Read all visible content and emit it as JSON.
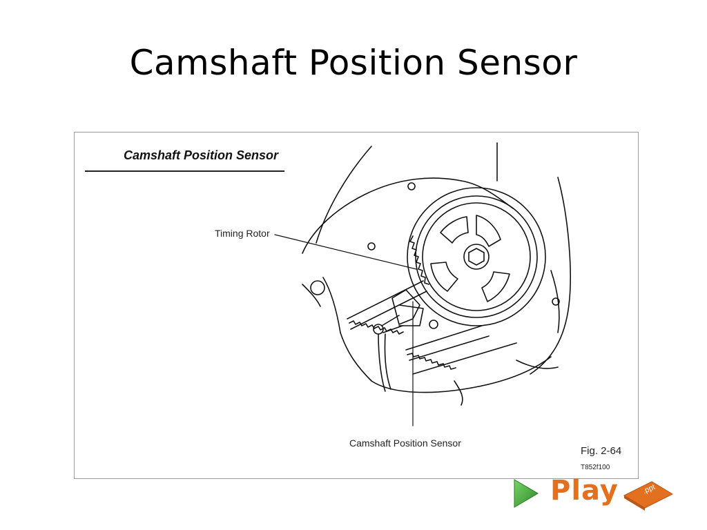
{
  "slide": {
    "title": "Camshaft Position Sensor"
  },
  "figure": {
    "heading": "Camshaft Position Sensor",
    "label_rotor": "Timing Rotor",
    "label_sensor": "Camshaft Position Sensor",
    "fig_number": "Fig. 2-64",
    "fig_code": "T852f100"
  },
  "badge": {
    "play": "Play",
    "ppt": ".ppt"
  },
  "colors": {
    "accent": "#e2701f",
    "play_green": "#3aa132",
    "frame": "#9a9a9a"
  },
  "icons": {
    "play": "play-triangle-icon",
    "ppt": "ppt-tag-icon"
  }
}
